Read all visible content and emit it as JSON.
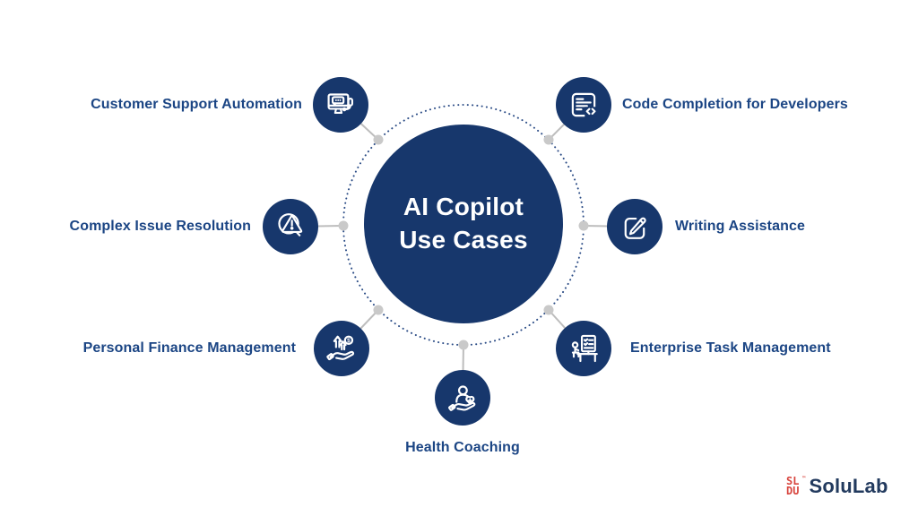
{
  "title": {
    "line1": "AI Copilot",
    "line2": "Use Cases"
  },
  "items": [
    {
      "label": "Customer Support Automation",
      "icon": "support-monitor-chat-icon"
    },
    {
      "label": "Code Completion for Developers",
      "icon": "code-document-icon"
    },
    {
      "label": "Complex Issue Resolution",
      "icon": "magnifier-warning-icon"
    },
    {
      "label": "Writing Assistance",
      "icon": "pencil-edit-icon"
    },
    {
      "label": "Personal Finance Management",
      "icon": "hand-money-growth-icon"
    },
    {
      "label": "Enterprise Task Management",
      "icon": "desk-checklist-icon"
    },
    {
      "label": "Health Coaching",
      "icon": "hand-person-heart-icon"
    }
  ],
  "logo": {
    "text": "SoluLab",
    "mark_top": "SL",
    "mark_bottom": "DU",
    "tm": "™"
  },
  "colors": {
    "hub_navy": "#17376C",
    "label_text": "#1B4584",
    "ring_dots": "#2B4C86",
    "connector_gray": "#BDBDBD",
    "logo_red": "#D8453E",
    "logo_text_navy": "#223A5E",
    "background": "#FFFFFF",
    "icon_stroke": "#FFFFFF"
  }
}
